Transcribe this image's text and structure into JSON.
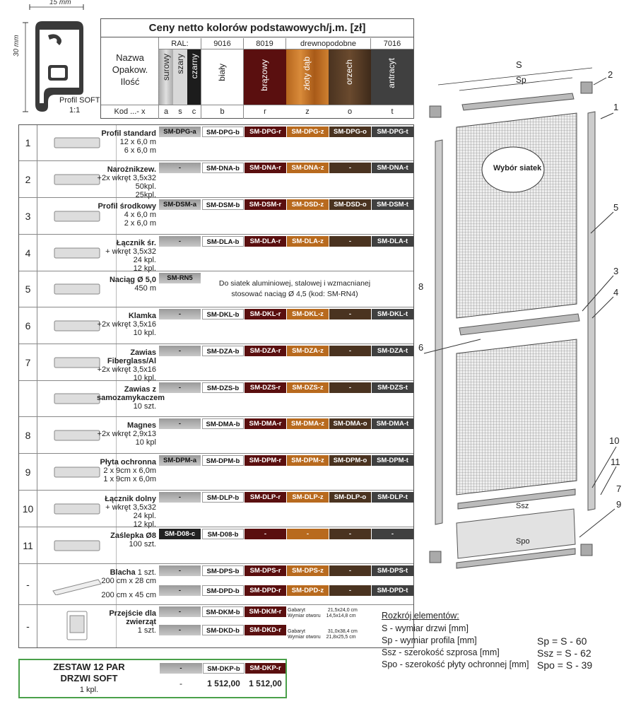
{
  "profile": {
    "width_label": "15 mm",
    "height_label": "30 mm",
    "name": "Profil SOFT",
    "scale": "1:1"
  },
  "header": {
    "title": "Ceny netto kolorów podstawowych/j.m. [zł]",
    "col_name": "Nazwa\nOpakow.\nIlość",
    "ral_label": "RAL:",
    "ral_codes": [
      "9016",
      "8019",
      "drewnopodobne",
      "7016"
    ],
    "swatches": [
      "surowy",
      "szary",
      "czarny",
      "biały",
      "brązowy",
      "złoty dąb",
      "orzech",
      "antracyt"
    ],
    "kod_label": "Kod ...- x",
    "letters": [
      "a",
      "s",
      "c",
      "b",
      "r",
      "z",
      "o",
      "t"
    ]
  },
  "rows": [
    {
      "num": "1",
      "name": "Profil standard",
      "details": [
        "12 x 6,0 m",
        "6 x 6,0 m"
      ],
      "codes": {
        "a": "SM-DPG-a",
        "b": "SM-DPG-b",
        "r": "SM-DPG-r",
        "z": "SM-DPG-z",
        "o": "SM-DPG-o",
        "t": "SM-DPG-t"
      }
    },
    {
      "num": "2",
      "name": "Narożnikzew.",
      "details": [
        "+2x wkręt 3,5x32",
        "50kpl.",
        "25kpl."
      ],
      "codes": {
        "a": "-",
        "b": "SM-DNA-b",
        "r": "SM-DNA-r",
        "z": "SM-DNA-z",
        "o": "-",
        "t": "SM-DNA-t"
      }
    },
    {
      "num": "3",
      "name": "Profil środkowy",
      "details": [
        "4 x 6,0 m",
        "2 x 6,0 m"
      ],
      "codes": {
        "a": "SM-DSM-a",
        "b": "SM-DSM-b",
        "r": "SM-DSM-r",
        "z": "SM-DSD-z",
        "o": "SM-DSD-o",
        "t": "SM-DSM-t"
      }
    },
    {
      "num": "4",
      "name": "Łącznik śr.",
      "details": [
        "+ wkręt 3,5x32",
        "24 kpl.",
        "12 kpl."
      ],
      "codes": {
        "a": "-",
        "b": "SM-DLA-b",
        "r": "SM-DLA-r",
        "z": "SM-DLA-z",
        "o": "-",
        "t": "SM-DLA-t"
      }
    },
    {
      "num": "5",
      "name": "Naciąg Ø 5,0",
      "details": [
        "450 m"
      ],
      "codes": {
        "a": "SM-RN5"
      },
      "note": "Do siatek aluminiowej, stalowej i wzmacnianej stosować naciąg  Ø 4,5 (kod: SM-RN4)"
    },
    {
      "num": "6",
      "name": "Klamka",
      "details": [
        "+2x wkręt 3,5x16",
        "10 kpl."
      ],
      "codes": {
        "a": "-",
        "b": "SM-DKL-b",
        "r": "SM-DKL-r",
        "z": "SM-DKL-z",
        "o": "-",
        "t": "SM-DKL-t"
      }
    },
    {
      "num": "7",
      "name": "Zawias Fiberglass/Al",
      "details": [
        "+2x wkręt 3,5x16",
        "10 kpl."
      ],
      "codes": {
        "a": "-",
        "b": "SM-DZA-b",
        "r": "SM-DZA-r",
        "z": "SM-DZA-z",
        "o": "-",
        "t": "SM-DZA-t"
      }
    },
    {
      "num": "",
      "name": "Zawias z samozamykaczem",
      "details": [
        "10 szt."
      ],
      "codes": {
        "a": "-",
        "b": "SM-DZS-b",
        "r": "SM-DZS-r",
        "z": "SM-DZS-z",
        "o": "-",
        "t": "SM-DZS-t"
      }
    },
    {
      "num": "8",
      "name": "Magnes",
      "details": [
        "+2x wkręt 2,9x13",
        "10 kpl"
      ],
      "codes": {
        "a": "-",
        "b": "SM-DMA-b",
        "r": "SM-DMA-r",
        "z": "SM-DMA-z",
        "o": "SM-DMA-o",
        "t": "SM-DMA-t"
      }
    },
    {
      "num": "9",
      "name": "Płyta ochronna",
      "details": [
        "2 x 9cm x 6,0m",
        "1 x 9cm x 6,0m"
      ],
      "codes": {
        "a": "SM-DPM-a",
        "b": "SM-DPM-b",
        "r": "SM-DPM-r",
        "z": "SM-DPM-z",
        "o": "SM-DPM-o",
        "t": "SM-DPM-t"
      }
    },
    {
      "num": "10",
      "name": "Łącznik dolny",
      "details": [
        "+ wkręt 3,5x32",
        "24 kpl.",
        "12 kpl."
      ],
      "codes": {
        "a": "-",
        "b": "SM-DLP-b",
        "r": "SM-DLP-r",
        "z": "SM-DLP-z",
        "o": "SM-DLP-o",
        "t": "SM-DLP-t"
      }
    },
    {
      "num": "11",
      "name": "Zaślepka Ø8",
      "details": [
        "100 szt."
      ],
      "codes": {
        "a": "SM-D08-c",
        "b": "SM-D08-b",
        "r": "-",
        "z": "-",
        "o": "-",
        "t": "-"
      }
    }
  ],
  "blacha": {
    "num": "-",
    "name": "Blacha",
    "qty": "1 szt.",
    "size1": "200 cm x 28 cm",
    "size2": "200 cm x 45 cm",
    "codes1": {
      "a": "-",
      "b": "SM-DPS-b",
      "r": "SM-DPS-r",
      "z": "SM-DPS-z",
      "o": "-",
      "t": "SM-DPS-t"
    },
    "codes2": {
      "a": "-",
      "b": "SM-DPD-b",
      "r": "SM-DPD-r",
      "z": "SM-DPD-z",
      "o": "-",
      "t": "SM-DPD-t"
    }
  },
  "przejscie": {
    "num": "-",
    "name": "Przejście dla zwierząt",
    "qty": "1 szt.",
    "codes1": {
      "a": "-",
      "b": "SM-DKM-b",
      "r": "SM-DKM-r"
    },
    "codes2": {
      "a": "-",
      "b": "SM-DKD-b",
      "r": "SM-DKD-r"
    },
    "gab_label": "Gabaryt",
    "otw_label": "Wymiar otworu",
    "gab1": "21,5x24,0 cm",
    "otw1": "14,5x14,8 cm",
    "gab2": "31,0x38,4 cm",
    "otw2": "21,8x25,5 cm"
  },
  "zestaw": {
    "title1": "ZESTAW 12 PAR",
    "title2": "DRZWI SOFT",
    "qty": "1 kpl.",
    "code_a": "-",
    "code_b": "SM-DKP-b",
    "code_r": "SM-DKP-r",
    "price_a": "-",
    "price_b": "1 512,00",
    "price_r": "1 512,00"
  },
  "legend": {
    "title": "Rozkrój elementów:",
    "lines": [
      "S - wymiar drzwi [mm]",
      "Sp - wymiar profila [mm]",
      "Ssz - szerokość szprosa [mm]",
      "Spo - szerokość płyty ochronnej [mm]"
    ],
    "formulas": [
      "Sp = S - 60",
      "Ssz = S - 62",
      "Spo = S - 39"
    ]
  },
  "door": {
    "label_s": "S",
    "label_sp": "Sp",
    "label_ssz": "Ssz",
    "label_spo": "Spo",
    "bubble": "Wybór siatek",
    "callouts": [
      "1",
      "2",
      "3",
      "4",
      "5",
      "6",
      "7",
      "8",
      "9",
      "10",
      "11"
    ]
  },
  "colors": {
    "brown": "#5a0f0f",
    "gold_oak": "#b86a1e",
    "walnut": "#4a3320",
    "anthracite": "#404040",
    "green_border": "#4aa04a"
  }
}
